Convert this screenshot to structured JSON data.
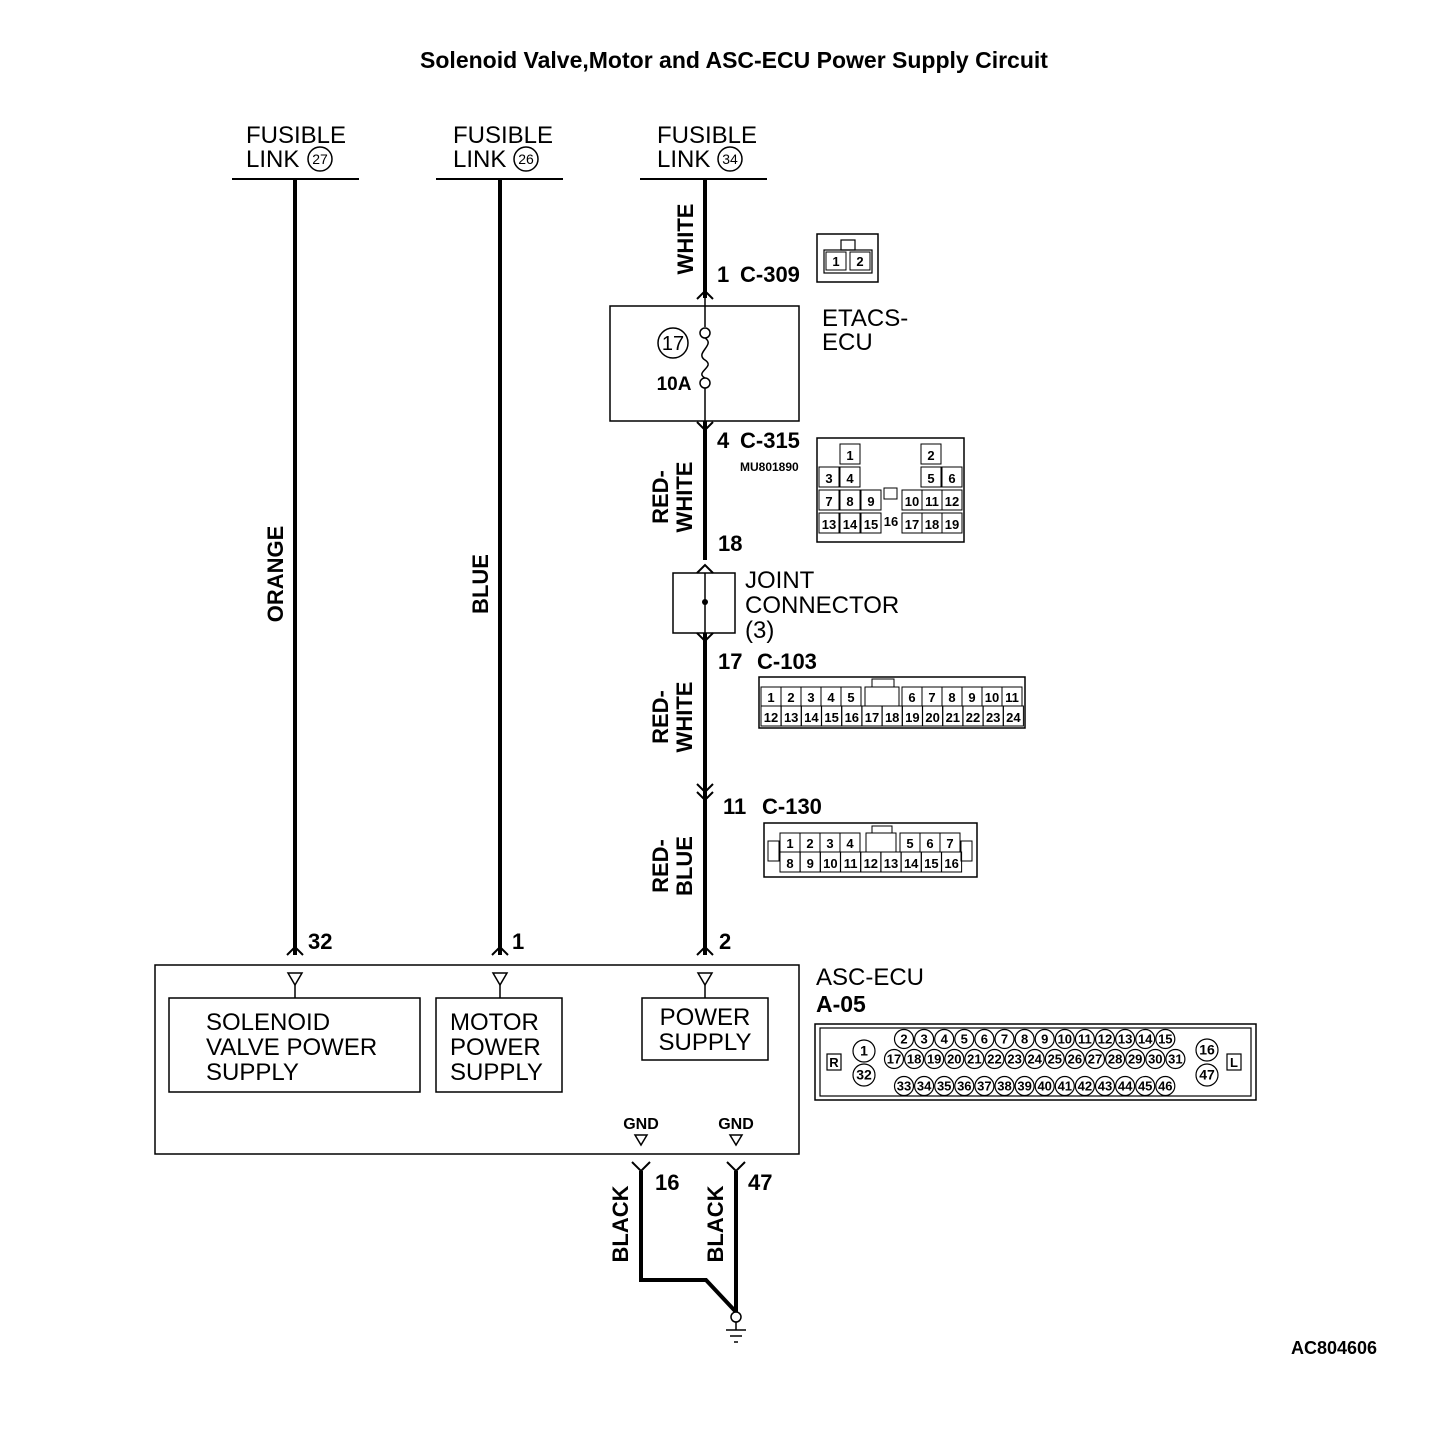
{
  "title": "Solenoid Valve,Motor and ASC-ECU Power Supply Circuit",
  "figure_code": "AC804606",
  "fusible_links": [
    {
      "line1": "FUSIBLE",
      "line2": "LINK",
      "number": "27",
      "wire_color": "ORANGE",
      "ecu_pin": "32"
    },
    {
      "line1": "FUSIBLE",
      "line2": "LINK",
      "number": "26",
      "wire_color": "BLUE",
      "ecu_pin": "1"
    },
    {
      "line1": "FUSIBLE",
      "line2": "LINK",
      "number": "34",
      "wire_color": "WHITE",
      "ecu_pin": "2"
    }
  ],
  "connectors": {
    "c309": {
      "pin": "1",
      "name": "C-309",
      "cells": [
        "1",
        "2"
      ]
    },
    "etacs": {
      "line1": "ETACS-",
      "line2": "ECU",
      "fuse_number": "17",
      "fuse_rating": "10A"
    },
    "c315": {
      "pin": "4",
      "name": "C-315",
      "part_number": "MU801890",
      "cells": [
        "1",
        "2",
        "3",
        "4",
        "5",
        "6",
        "7",
        "8",
        "9",
        "10",
        "11",
        "12",
        "13",
        "14",
        "15",
        "16",
        "17",
        "18",
        "19"
      ]
    },
    "joint": {
      "in_pin": "18",
      "out_pin": "17",
      "line1": "JOINT",
      "line2": "CONNECTOR",
      "line3": "(3)"
    },
    "c103": {
      "name": "C-103",
      "row1": [
        "1",
        "2",
        "3",
        "4",
        "5",
        "6",
        "7",
        "8",
        "9",
        "10",
        "11"
      ],
      "row2": [
        "12",
        "13",
        "14",
        "15",
        "16",
        "17",
        "18",
        "19",
        "20",
        "21",
        "22",
        "23",
        "24"
      ]
    },
    "c130": {
      "pin": "11",
      "name": "C-130",
      "row1": [
        "1",
        "2",
        "3",
        "4",
        "5",
        "6",
        "7"
      ],
      "row2": [
        "8",
        "9",
        "10",
        "11",
        "12",
        "13",
        "14",
        "15",
        "16"
      ]
    }
  },
  "wire_segments": {
    "red_white": {
      "line1": "RED-",
      "line2": "WHITE"
    },
    "red_blue": {
      "line1": "RED-",
      "line2": "BLUE"
    }
  },
  "asc_ecu": {
    "name": "ASC-ECU",
    "code": "A-05",
    "blocks": [
      {
        "line1": "SOLENOID",
        "line2": "VALVE POWER",
        "line3": "SUPPLY"
      },
      {
        "line1": "MOTOR",
        "line2": "POWER",
        "line3": "SUPPLY"
      },
      {
        "line1": "POWER",
        "line2": "SUPPLY"
      }
    ],
    "gnd_label": "GND",
    "ground_pins": [
      {
        "pin": "16",
        "wire_color": "BLACK"
      },
      {
        "pin": "47",
        "wire_color": "BLACK"
      }
    ],
    "connector": {
      "left_mark": "R",
      "right_mark": "L",
      "left_pins": [
        "1",
        "32"
      ],
      "right_pins": [
        "16",
        "47"
      ],
      "row1": [
        "2",
        "3",
        "4",
        "5",
        "6",
        "7",
        "8",
        "9",
        "10",
        "11",
        "12",
        "13",
        "14",
        "15"
      ],
      "row2": [
        "17",
        "18",
        "19",
        "20",
        "21",
        "22",
        "23",
        "24",
        "25",
        "26",
        "27",
        "28",
        "29",
        "30",
        "31"
      ],
      "row3": [
        "33",
        "34",
        "35",
        "36",
        "37",
        "38",
        "39",
        "40",
        "41",
        "42",
        "43",
        "44",
        "45",
        "46"
      ]
    }
  }
}
